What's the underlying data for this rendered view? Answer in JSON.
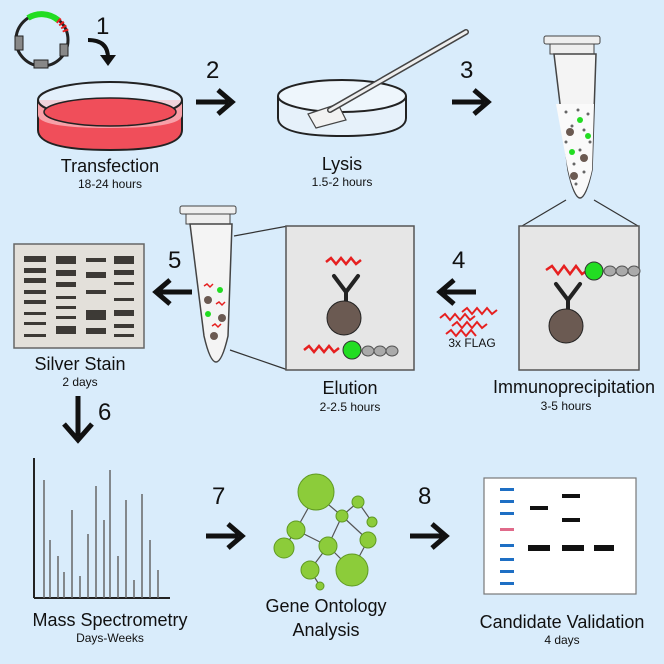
{
  "steps": [
    {
      "number": "1",
      "title": "Transfection",
      "duration": "18-24 hours"
    },
    {
      "number": "2",
      "title": "Lysis",
      "duration": "1.5-2 hours"
    },
    {
      "number": "3",
      "title": ""
    },
    {
      "number": "4",
      "title": "Immunoprecipitation",
      "duration": "3-5 hours"
    },
    {
      "number": "5",
      "title": "Elution",
      "duration": "2-2.5 hours"
    },
    {
      "number": "6",
      "title": "Silver Stain",
      "duration": "2 days"
    },
    {
      "number": "7",
      "title": "Mass Spectrometry",
      "duration": "Days-Weeks"
    },
    {
      "number": "8",
      "title_line1": "Gene Ontology",
      "title_line2": "Analysis"
    },
    {
      "title": "Candidate Validation",
      "duration": "4 days"
    }
  ],
  "flag_label": "3x FLAG",
  "colors": {
    "background": "#d9ecfb",
    "media": "#f04e5a",
    "gfp": "#22dd22",
    "flag": "#e62020",
    "bead": "#6b5a52",
    "node": "#8ccc3a",
    "blot_blue": "#1e6fc4",
    "blot_pink": "#e06a8a"
  }
}
